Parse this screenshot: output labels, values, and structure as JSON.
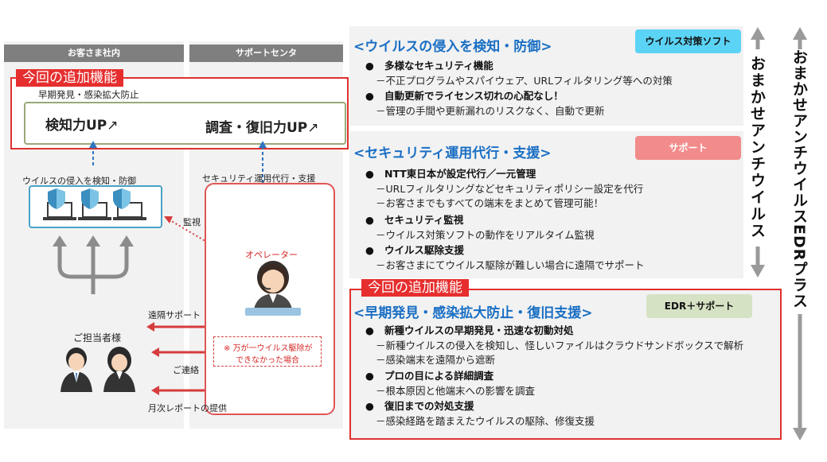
{
  "left": {
    "header_customer": "お客さま社内",
    "header_support": "サポートセンタ",
    "added_feature_label": "今回の追加機能",
    "early_detect_label": "早期発見・感染拡大防止",
    "detection_up": "検知力UP",
    "investigate_up": "調査・復旧力UP",
    "antivirus_label": "ウイルスの侵入を検知・防御",
    "ops_label": "セキュリティ運用代行・支援",
    "monitor_label": "監視",
    "operator_label": "オペレーター",
    "remote_support": "遠隔サポート",
    "contact": "ご連絡",
    "monthly_report": "月次レポートの提供",
    "contact_person": "ご担当者様",
    "note_line1": "※ 万が一ウイルス駆除が",
    "note_line2": "できなかった場合"
  },
  "sections": {
    "s1": {
      "title": "<ウイルスの侵入を検知・防御>",
      "tag": "ウイルス対策ソフト",
      "b1": "多様なセキュリティ機能",
      "b1s1": "－不正プログラムやスパイウェア、URLフィルタリング等への対策",
      "b2": "自動更新でライセンス切れの心配なし！",
      "b2s1": "－管理の手間や更新漏れのリスクなく、自動で更新"
    },
    "s2": {
      "title": "<セキュリティ運用代行・支援>",
      "tag": "サポート",
      "b1": "NTT東日本が設定代行／一元管理",
      "b1s1": "－URLフィルタリングなどセキュリティポリシー設定を代行",
      "b1s2": "－お客さまでもすべての端末をまとめて管理可能！",
      "b2": "セキュリティ監視",
      "b2s1": "－ウイルス対策ソフトの動作をリアルタイム監視",
      "b3": "ウイルス駆除支援",
      "b3s1": "－お客さまにてウイルス駆除が難しい場合に遠隔でサポート"
    },
    "s3": {
      "added_label": "今回の追加機能",
      "title": "<早期発見・感染拡大防止・復旧支援>",
      "tag": "EDR＋サポート",
      "b1": "新種ウイルスの早期発見・迅速な初動対処",
      "b1s1": "－新種ウイルスの侵入を検知し、怪しいファイルはクラウドサンドボックスで解析",
      "b1s2": "－感染端末を遠隔から遮断",
      "b2": "プロの目による詳細調査",
      "b2s1": "－根本原因と他端末への影響を調査",
      "b3": "復旧までの対処支援",
      "b3s1": "－感染経路を踏まえたウイルスの駆除、修復支援"
    }
  },
  "vertical": {
    "inner": "おまかせアンチウイルス",
    "outer": "おまかせアンチウイルスEDRプラス"
  },
  "bullet": "●",
  "colors": {
    "blue_title": "#1a6fc4",
    "red": "#e62e2e",
    "tag_blue": "#5bd3f5",
    "tag_pink": "#f28b8b",
    "tag_green": "#d6e2c4"
  }
}
